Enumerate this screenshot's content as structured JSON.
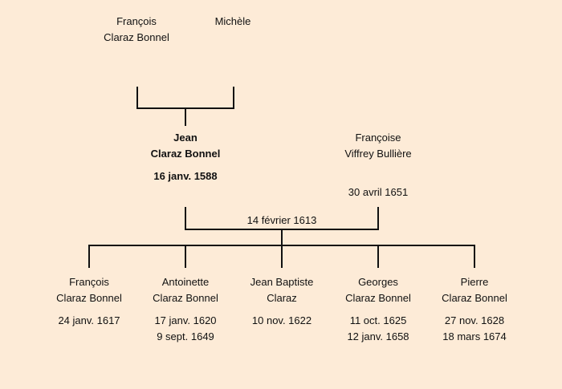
{
  "grandparents": [
    {
      "first": "François",
      "last": "Claraz Bonnel"
    },
    {
      "first": "Michèle",
      "last": ""
    }
  ],
  "subject": {
    "first": "Jean",
    "last": "Claraz Bonnel",
    "birth": "16 janv. 1588"
  },
  "spouse": {
    "first": "Françoise",
    "last": "Viffrey Bullière",
    "birth": "",
    "death": "30 avril 1651"
  },
  "marriage_date": "14 février 1613",
  "children": [
    {
      "first": "François",
      "last": "Claraz Bonnel",
      "birth": "24 janv. 1617",
      "death": ""
    },
    {
      "first": "Antoinette",
      "last": "Claraz Bonnel",
      "birth": "17 janv. 1620",
      "death": "9 sept. 1649"
    },
    {
      "first": "Jean Baptiste",
      "last": "Claraz",
      "birth": "10 nov. 1622",
      "death": ""
    },
    {
      "first": "Georges",
      "last": "Claraz Bonnel",
      "birth": "11 oct. 1625",
      "death": "12 janv. 1658"
    },
    {
      "first": "Pierre",
      "last": "Claraz Bonnel",
      "birth": "27 nov. 1628",
      "death": "18 mars 1674"
    }
  ]
}
